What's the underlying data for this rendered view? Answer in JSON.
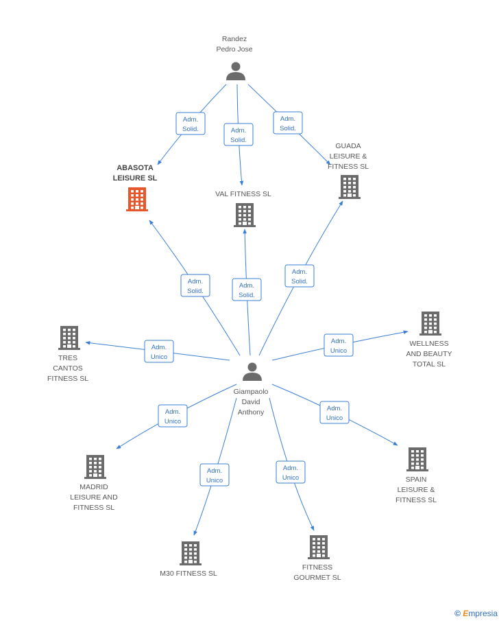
{
  "persons": [
    {
      "id": "randez",
      "lines": [
        "Randez",
        "Pedro Jose"
      ]
    },
    {
      "id": "giampaolo",
      "lines": [
        "Giampaolo",
        "David",
        "Anthony"
      ]
    }
  ],
  "companies": [
    {
      "id": "abasota",
      "lines": [
        "ABASOTA",
        "LEISURE SL"
      ],
      "highlight": true
    },
    {
      "id": "val",
      "lines": [
        "VAL FITNESS SL"
      ]
    },
    {
      "id": "guada",
      "lines": [
        "GUADA",
        "LEISURE &",
        "FITNESS SL"
      ]
    },
    {
      "id": "tres",
      "lines": [
        "TRES",
        "CANTOS",
        "FITNESS SL"
      ]
    },
    {
      "id": "wellness",
      "lines": [
        "WELLNESS",
        "AND BEAUTY",
        "TOTAL SL"
      ]
    },
    {
      "id": "madrid",
      "lines": [
        "MADRID",
        "LEISURE AND",
        "FITNESS SL"
      ]
    },
    {
      "id": "spain",
      "lines": [
        "SPAIN",
        "LEISURE &",
        "FITNESS SL"
      ]
    },
    {
      "id": "m30",
      "lines": [
        "M30 FITNESS SL"
      ]
    },
    {
      "id": "fitgourmet",
      "lines": [
        "FITNESS",
        "GOURMET SL"
      ]
    }
  ],
  "edges": [
    {
      "from": "randez",
      "to": "abasota",
      "label": [
        "Adm.",
        "Solid."
      ]
    },
    {
      "from": "randez",
      "to": "val",
      "label": [
        "Adm.",
        "Solid."
      ]
    },
    {
      "from": "randez",
      "to": "guada",
      "label": [
        "Adm.",
        "Solid."
      ]
    },
    {
      "from": "giampaolo",
      "to": "abasota",
      "label": [
        "Adm.",
        "Solid."
      ]
    },
    {
      "from": "giampaolo",
      "to": "val",
      "label": [
        "Adm.",
        "Solid."
      ]
    },
    {
      "from": "giampaolo",
      "to": "guada",
      "label": [
        "Adm.",
        "Solid."
      ]
    },
    {
      "from": "giampaolo",
      "to": "tres",
      "label": [
        "Adm.",
        "Unico"
      ]
    },
    {
      "from": "giampaolo",
      "to": "wellness",
      "label": [
        "Adm.",
        "Unico"
      ]
    },
    {
      "from": "giampaolo",
      "to": "madrid",
      "label": [
        "Adm.",
        "Unico"
      ]
    },
    {
      "from": "giampaolo",
      "to": "spain",
      "label": [
        "Adm.",
        "Unico"
      ]
    },
    {
      "from": "giampaolo",
      "to": "m30",
      "label": [
        "Adm.",
        "Unico"
      ]
    },
    {
      "from": "giampaolo",
      "to": "fitgourmet",
      "label": [
        "Adm.",
        "Unico"
      ]
    }
  ],
  "watermark": {
    "copyright": "©",
    "brand_initial": "E",
    "brand_rest": "mpresia"
  }
}
